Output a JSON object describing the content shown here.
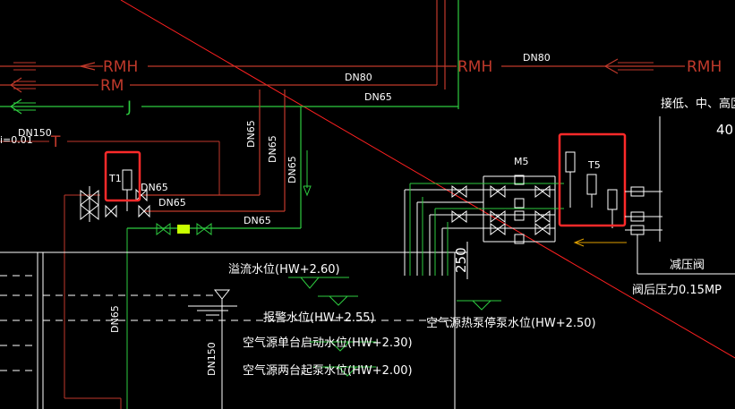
{
  "colors": {
    "background": "#000000",
    "red_pipe": "#c0392b",
    "green_pipe": "#2ecc40",
    "white_line": "#ffffff",
    "highlight_box": "#ff2a2a",
    "diagonal": "#ff2020",
    "yellow_green": "#c8ff00"
  },
  "pipes": {
    "rmh_1": "RMH",
    "rmh_2": "RMH",
    "rmh_3": "RMH",
    "rm": "RM",
    "j": "J",
    "t": "T"
  },
  "labels": {
    "dn80_a": "DN80",
    "dn80_b": "DN80",
    "dn65_a": "DN65",
    "dn65_v1": "DN65",
    "dn65_v2": "DN65",
    "dn65_v3": "DN65",
    "dn65_left1": "DN65",
    "dn65_left2": "DN65",
    "dn65_bottom": "DN65",
    "dn65_vleft": "DN65",
    "dn150_top": "DN150",
    "dn150_v": "DN150",
    "slope": "i=0.01",
    "t1": "T1",
    "t5": "T5",
    "m5": "M5",
    "dim_250": "250",
    "right_top": "接低、中、高区",
    "right_num": "40",
    "prv": "减压阀",
    "prv_pressure": "阀后压力0.15MP"
  },
  "water_levels": {
    "overflow": "溢流水位(HW+2.60)",
    "alarm": "报警水位(HW+2.55)",
    "hp_stop": "空气源热泵停泵水位(HW+2.50)",
    "single_start": "空气源单台启动水位(HW+2.30)",
    "dual_start": "空气源两台起泵水位(HW+2.00)"
  }
}
